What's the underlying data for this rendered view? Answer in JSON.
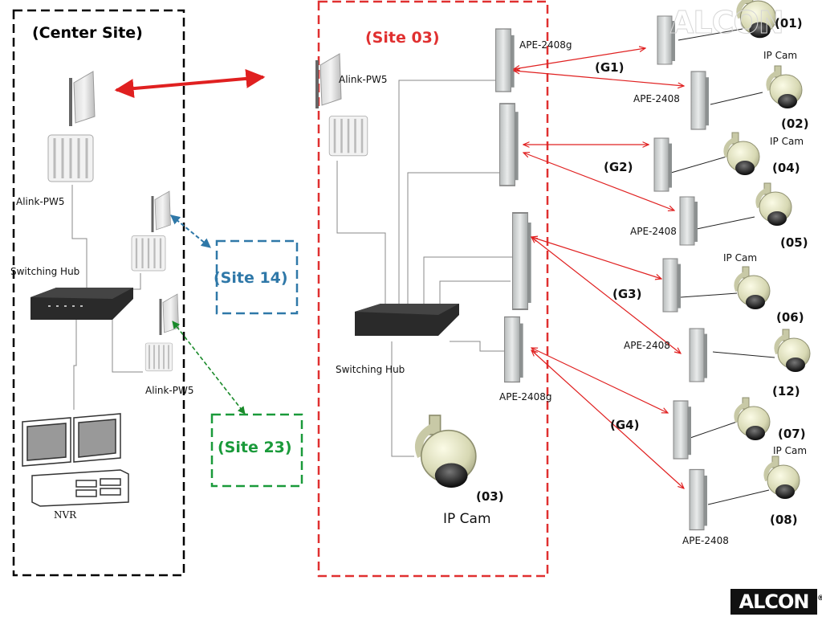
{
  "sites": {
    "center": "(Center Site)",
    "site03": "(Site 03)",
    "site14": "(Site 14)",
    "site23": "(Site 23)"
  },
  "labels": {
    "center_alink": "Alink-PW5",
    "center_hub": "Switching Hub",
    "center_alink_bottom": "Alink-PW5",
    "nvr": "NVR",
    "site03_alink": "Alink-PW5",
    "site03_hub": "Switching Hub",
    "site03_ipcam": "IP Cam",
    "ape_top": "APE-2408g",
    "ape_bottom": "APE-2408g",
    "ape_02": "APE-2408",
    "ape_05": "APE-2408",
    "ape_12": "APE-2408",
    "ape_08": "APE-2408",
    "ipcam_01": "IP Cam",
    "ipcam_02": "IP Cam",
    "ipcam_06": "IP Cam",
    "ipcam_07": "IP Cam"
  },
  "groups": {
    "g1": "(G1)",
    "g2": "(G2)",
    "g3": "(G3)",
    "g4": "(G4)"
  },
  "cameras": {
    "c01": "(01)",
    "c02": "(02)",
    "c03": "(03)",
    "c04": "(04)",
    "c05": "(05)",
    "c06": "(06)",
    "c12": "(12)",
    "c07": "(07)",
    "c08": "(08)"
  },
  "logo": {
    "text": "ALCON",
    "reg": "®"
  },
  "colors": {
    "center_border": "#000000",
    "site03": "#e03030",
    "site14": "#2f78a8",
    "site23": "#1a9a3a",
    "link_red": "#e02020",
    "link_blue": "#2f78a8",
    "link_green": "#1a8a2a"
  }
}
